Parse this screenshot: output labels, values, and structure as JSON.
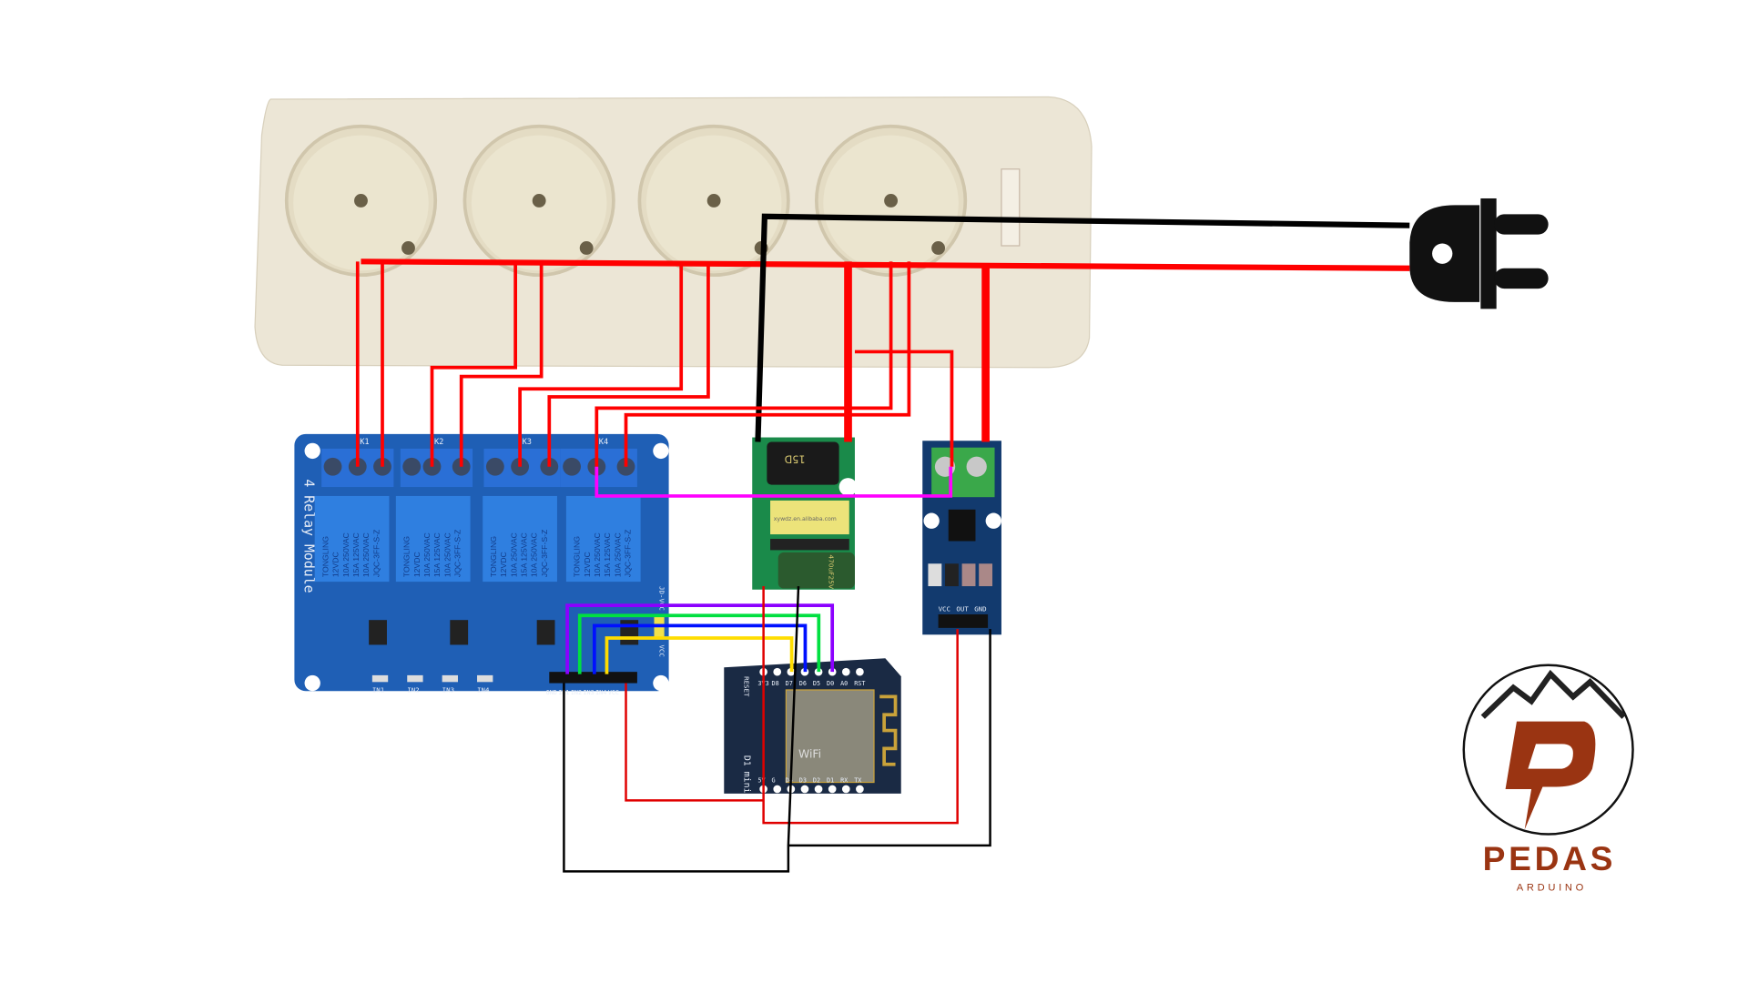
{
  "colors": {
    "power_strip": "#ece6d6",
    "relay_pcb": "#1f5fb5",
    "relay_body": "#2f7fe0",
    "acdc_pcb": "#1a8a4a",
    "acs_pcb": "#123a6e",
    "d1_pcb": "#1a2a44",
    "brand": "#9a3412"
  },
  "wire_colors": {
    "live": "#ff0000",
    "neutral": "#000000",
    "switched": "#ff00ff",
    "in1": "#8b00ff",
    "in2": "#00e040",
    "in3": "#0010ff",
    "in4": "#ffdd00",
    "vcc": "#e00000",
    "gnd": "#000000"
  },
  "relay_module": {
    "title": "4 Relay Module",
    "channels": [
      "K1",
      "K2",
      "K3",
      "K4"
    ],
    "relay_text": [
      "TONGLING",
      "12VDC",
      "10A 250VAC",
      "15A 125VAC",
      "10A 250VAC",
      "JQC-3FF-S-Z"
    ],
    "leds": [
      "IN1",
      "IN2",
      "IN3",
      "IN4"
    ],
    "header_pins": [
      "GND",
      "IN1",
      "IN2",
      "IN3",
      "IN4",
      "VCC"
    ],
    "jumper_labels": [
      "JD-VCC",
      "VCC"
    ]
  },
  "acdc_module": {
    "cap1": "15D",
    "transformer": "xywdz.en.alibaba.com",
    "cap2": "470uF25V"
  },
  "acs712": {
    "pins": [
      "VCC",
      "OUT",
      "GND"
    ]
  },
  "d1_mini": {
    "top_pins": [
      "3V3",
      "D8",
      "D7",
      "D6",
      "D5",
      "D0",
      "A0",
      "RST"
    ],
    "bottom_pins": [
      "5V",
      "G",
      "D4",
      "D3",
      "D2",
      "D1",
      "RX",
      "TX"
    ],
    "reset_label": "RESET",
    "board_label": "D1 mini",
    "module_label": "WiFi"
  },
  "logo": {
    "name": "PEDAS",
    "tagline": "ARDUINO"
  }
}
